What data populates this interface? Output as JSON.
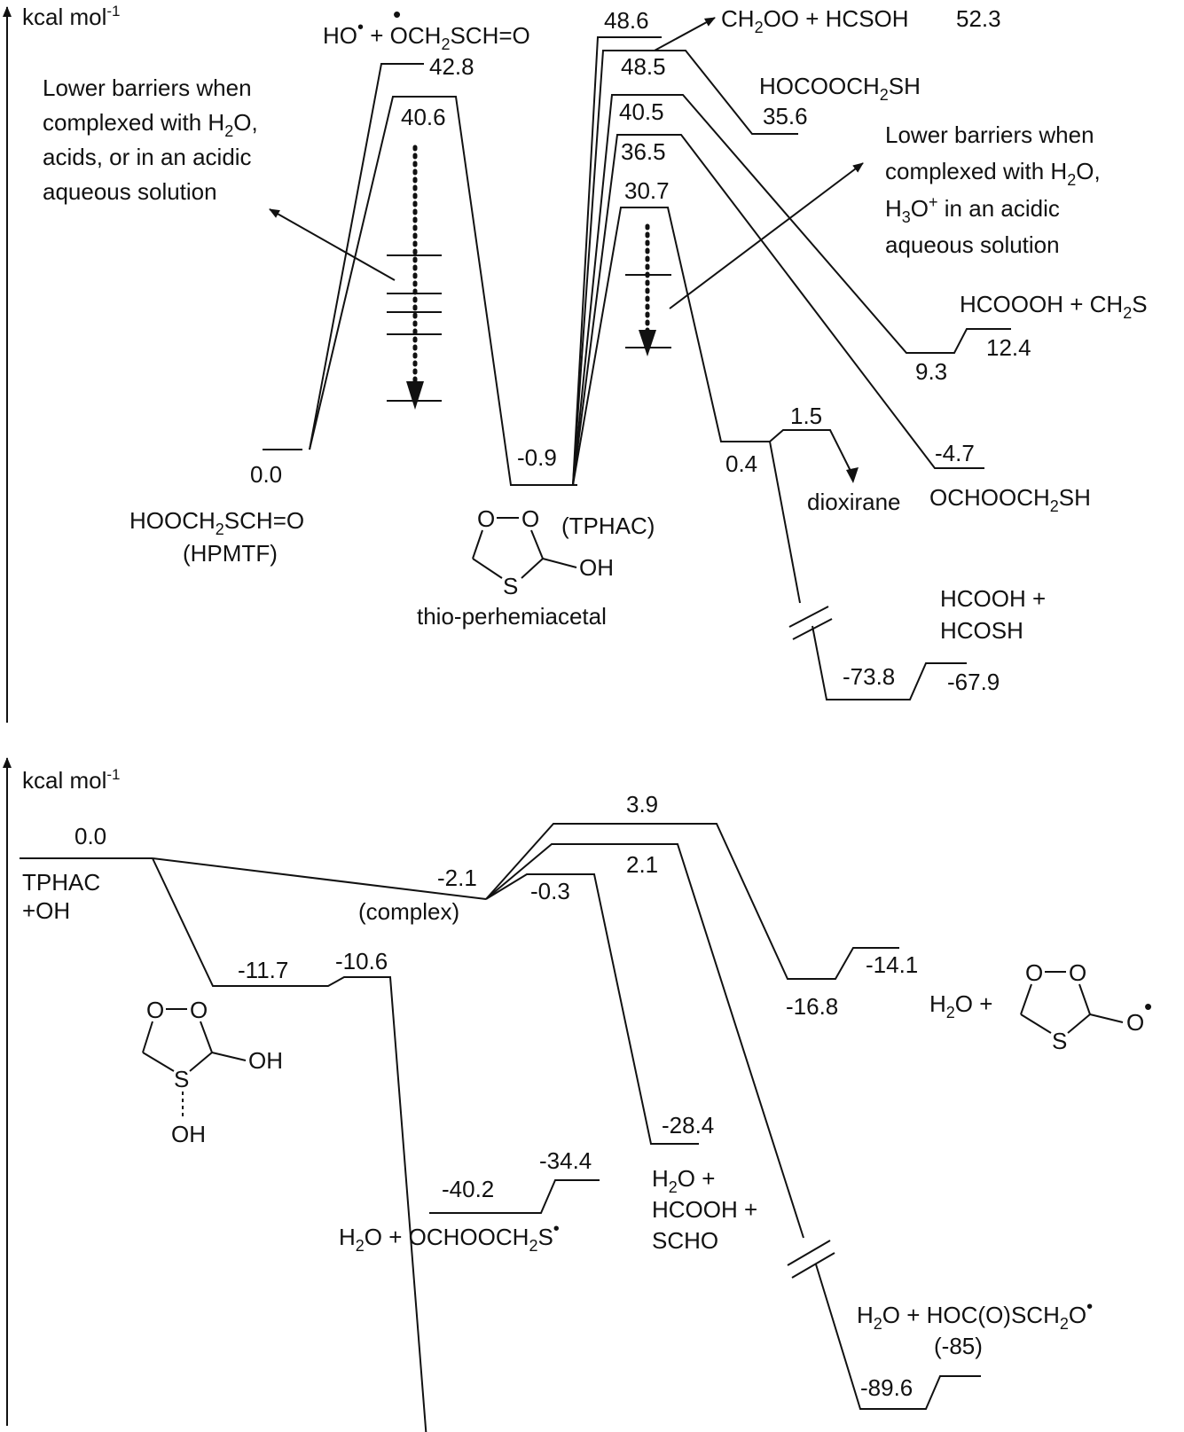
{
  "top_panel": {
    "axis_unit": "kcal mol",
    "axis_unit_sup": "-1",
    "energies": {
      "hpmtf": "0.0",
      "ts_high": "42.8",
      "ts_low": "40.6",
      "tphac": "-0.9",
      "ts_486": "48.6",
      "ts_485": "48.5",
      "ts_405": "40.5",
      "ts_365": "36.5",
      "ts_307": "30.7",
      "ch2oo": "52.3",
      "hocooch2sh": "35.6",
      "hcoooh_int": "9.3",
      "hcoooh": "12.4",
      "och_int": "-4.7",
      "diox_int": "0.4",
      "diox_ts": "1.5",
      "hcooh_int": "-73.8",
      "hcooh": "-67.9"
    },
    "species": {
      "hpmtf_formula": "HOOCH2SCH=O",
      "hpmtf_abbr": "(HPMTF)",
      "radical_pair": "HO + OCH2SCH=O",
      "tphac_abbr": "(TPHAC)",
      "tphac_name": "thio-perhemiacetal",
      "ring_atom_o1": "O",
      "ring_atom_o2": "O",
      "ring_atom_s": "S",
      "ring_oh": "OH",
      "ch2oo": "CH2OO + HCSOH",
      "hocooch2sh": "HOCOOCH2SH",
      "hcoooh_ch2s": "HCOOOH + CH2S",
      "ochooch2sh": "OCHOOCH2SH",
      "dioxirane": "dioxirane",
      "hcooh_line1": "HCOOH +",
      "hcooh_line2": "HCOSH"
    },
    "note_left": [
      "Lower barriers when",
      "complexed with H2O,",
      "acids, or in an acidic",
      "aqueous solution"
    ],
    "note_right": [
      "Lower barriers when",
      "complexed with H2O,",
      "H3O+ in an acidic",
      "aqueous solution"
    ]
  },
  "bottom_panel": {
    "axis_unit": "kcal mol",
    "axis_unit_sup": "-1",
    "energies": {
      "start": "0.0",
      "add_int": "-11.7",
      "add_ts": "-10.6",
      "add_prod_int": "-40.2",
      "add_prod": "-34.4",
      "complex": "-2.1",
      "ts_03": "-0.3",
      "ts_39": "3.9",
      "ts_21": "2.1",
      "scho": "-28.4",
      "abs_int": "-16.8",
      "abs_prod": "-14.1",
      "deep_int": "-89.6",
      "deep_paren": "(-85)"
    },
    "species": {
      "start_line1": "TPHAC",
      "start_line2": "+OH",
      "complex": "(complex)",
      "adduct_o1": "O",
      "adduct_o2": "O",
      "adduct_s": "S",
      "adduct_oh": "OH",
      "adduct_s_oh": "OH",
      "h2o_och": "H2O + OCHOOCH2S",
      "scho_line1": "H2O +",
      "scho_line2": "HCOOH +",
      "scho_line3": "SCHO",
      "abs_prefix": "H2O +",
      "abs_o1": "O",
      "abs_o2": "O",
      "abs_s": "S",
      "abs_orad": "O",
      "deep_prod": "H2O + HOC(O)SCH2O"
    }
  }
}
